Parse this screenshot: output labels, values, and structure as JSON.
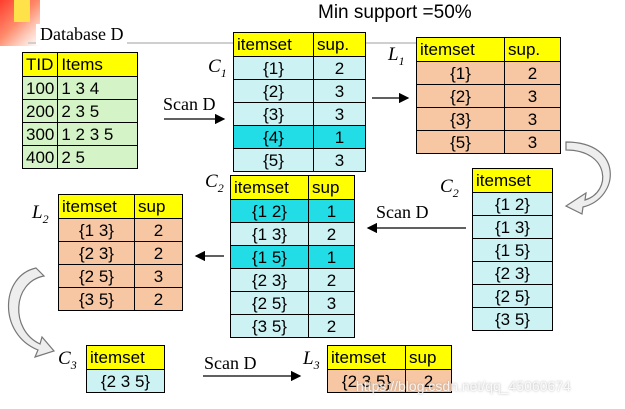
{
  "header": {
    "min_support": "Min support =50%"
  },
  "database": {
    "title": "Database D",
    "columns": [
      "TID",
      "Items"
    ],
    "rows": [
      [
        "100",
        "1 3 4"
      ],
      [
        "200",
        "2 3 5"
      ],
      [
        "300",
        "1 2 3 5"
      ],
      [
        "400",
        "2 5"
      ]
    ]
  },
  "labels": {
    "c1": "C",
    "c1_sub": "1",
    "l1": "L",
    "l1_sub": "1",
    "c2a": "C",
    "c2a_sub": "2",
    "c2b": "C",
    "c2b_sub": "2",
    "l2": "L",
    "l2_sub": "2",
    "c3": "C",
    "c3_sub": "3",
    "l3": "L",
    "l3_sub": "3"
  },
  "scan_labels": {
    "scan1": "Scan D",
    "scan2": "Scan D",
    "scan3": "Scan D"
  },
  "c1": {
    "columns": [
      "itemset",
      "sup."
    ],
    "rows": [
      [
        "{1}",
        "2"
      ],
      [
        "{2}",
        "3"
      ],
      [
        "{3}",
        "3"
      ],
      [
        "{4}",
        "1"
      ],
      [
        "{5}",
        "3"
      ]
    ]
  },
  "l1": {
    "columns": [
      "itemset",
      "sup."
    ],
    "rows": [
      [
        "{1}",
        "2"
      ],
      [
        "{2}",
        "3"
      ],
      [
        "{3}",
        "3"
      ],
      [
        "{5}",
        "3"
      ]
    ]
  },
  "c2_candidates": {
    "columns": [
      "itemset"
    ],
    "rows": [
      [
        "{1 2}"
      ],
      [
        "{1 3}"
      ],
      [
        "{1 5}"
      ],
      [
        "{2 3}"
      ],
      [
        "{2 5}"
      ],
      [
        "{3 5}"
      ]
    ]
  },
  "c2_counted": {
    "columns": [
      "itemset",
      "sup"
    ],
    "rows": [
      [
        "{1 2}",
        "1"
      ],
      [
        "{1 3}",
        "2"
      ],
      [
        "{1 5}",
        "1"
      ],
      [
        "{2 3}",
        "2"
      ],
      [
        "{2 5}",
        "3"
      ],
      [
        "{3 5}",
        "2"
      ]
    ]
  },
  "l2": {
    "columns": [
      "itemset",
      "sup"
    ],
    "rows": [
      [
        "{1 3}",
        "2"
      ],
      [
        "{2 3}",
        "2"
      ],
      [
        "{2 5}",
        "3"
      ],
      [
        "{3 5}",
        "2"
      ]
    ]
  },
  "c3": {
    "columns": [
      "itemset"
    ],
    "rows": [
      [
        "{2 3 5}"
      ]
    ]
  },
  "l3": {
    "columns": [
      "itemset",
      "sup"
    ],
    "rows": [
      [
        "{2 3 5}",
        "2"
      ]
    ]
  },
  "watermark": "https://blog.csdn.net/qq_45060674",
  "colors": {
    "header_yellow": "#ffff00",
    "light_blue": "#ccf2f4",
    "highlight_cyan": "#22dde6",
    "green": "#d4f3c6",
    "salmon": "#f7c7a4"
  }
}
